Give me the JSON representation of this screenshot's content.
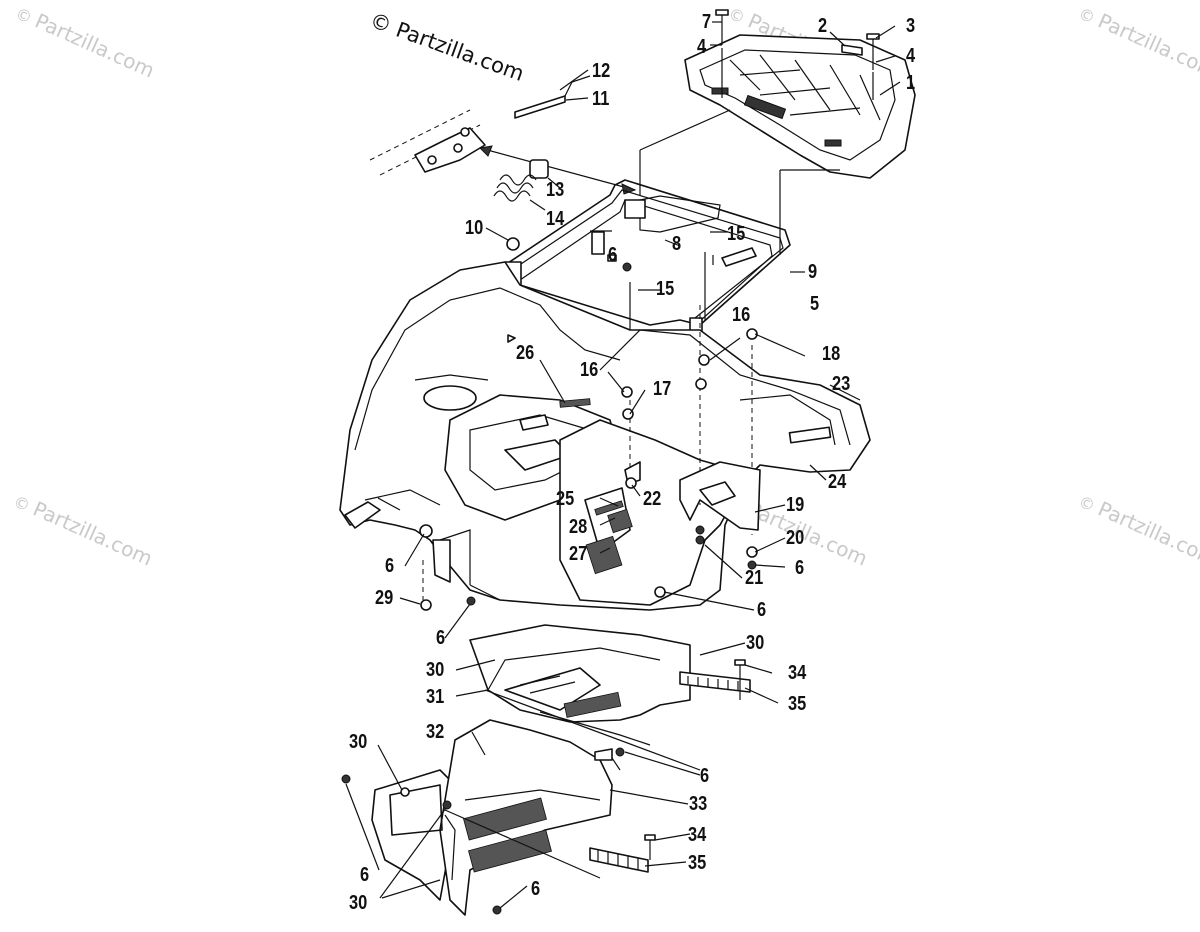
{
  "watermark": "Partzilla.com",
  "copyright": "© Partzilla.com",
  "callouts": [
    {
      "id": "c7",
      "text": "7"
    },
    {
      "id": "c2",
      "text": "2"
    },
    {
      "id": "c3",
      "text": "3"
    },
    {
      "id": "c4a",
      "text": "4"
    },
    {
      "id": "c4b",
      "text": "4"
    },
    {
      "id": "c1",
      "text": "1"
    },
    {
      "id": "c12",
      "text": "12"
    },
    {
      "id": "c11",
      "text": "11"
    },
    {
      "id": "c13",
      "text": "13"
    },
    {
      "id": "c14",
      "text": "14"
    },
    {
      "id": "c10",
      "text": "10"
    },
    {
      "id": "c8",
      "text": "8"
    },
    {
      "id": "c15a",
      "text": "15"
    },
    {
      "id": "c6a",
      "text": "6"
    },
    {
      "id": "c9",
      "text": "9"
    },
    {
      "id": "c15b",
      "text": "15"
    },
    {
      "id": "c5",
      "text": "5"
    },
    {
      "id": "c16a",
      "text": "16"
    },
    {
      "id": "c18",
      "text": "18"
    },
    {
      "id": "c26",
      "text": "26"
    },
    {
      "id": "c16b",
      "text": "16"
    },
    {
      "id": "c17",
      "text": "17"
    },
    {
      "id": "c23",
      "text": "23"
    },
    {
      "id": "c24",
      "text": "24"
    },
    {
      "id": "c25",
      "text": "25"
    },
    {
      "id": "c22",
      "text": "22"
    },
    {
      "id": "c19",
      "text": "19"
    },
    {
      "id": "c28",
      "text": "28"
    },
    {
      "id": "c20",
      "text": "20"
    },
    {
      "id": "c27",
      "text": "27"
    },
    {
      "id": "c6b",
      "text": "6"
    },
    {
      "id": "c21",
      "text": "21"
    },
    {
      "id": "c6c",
      "text": "6"
    },
    {
      "id": "c29",
      "text": "29"
    },
    {
      "id": "c6d",
      "text": "6"
    },
    {
      "id": "c6e",
      "text": "6"
    },
    {
      "id": "c30a",
      "text": "30"
    },
    {
      "id": "c30b",
      "text": "30"
    },
    {
      "id": "c34a",
      "text": "34"
    },
    {
      "id": "c31",
      "text": "31"
    },
    {
      "id": "c35a",
      "text": "35"
    },
    {
      "id": "c32",
      "text": "32"
    },
    {
      "id": "c30c",
      "text": "30"
    },
    {
      "id": "c6f",
      "text": "6"
    },
    {
      "id": "c33",
      "text": "33"
    },
    {
      "id": "c34b",
      "text": "34"
    },
    {
      "id": "c6g",
      "text": "6"
    },
    {
      "id": "c35b",
      "text": "35"
    },
    {
      "id": "c30d",
      "text": "30"
    },
    {
      "id": "c6h",
      "text": "6"
    }
  ]
}
